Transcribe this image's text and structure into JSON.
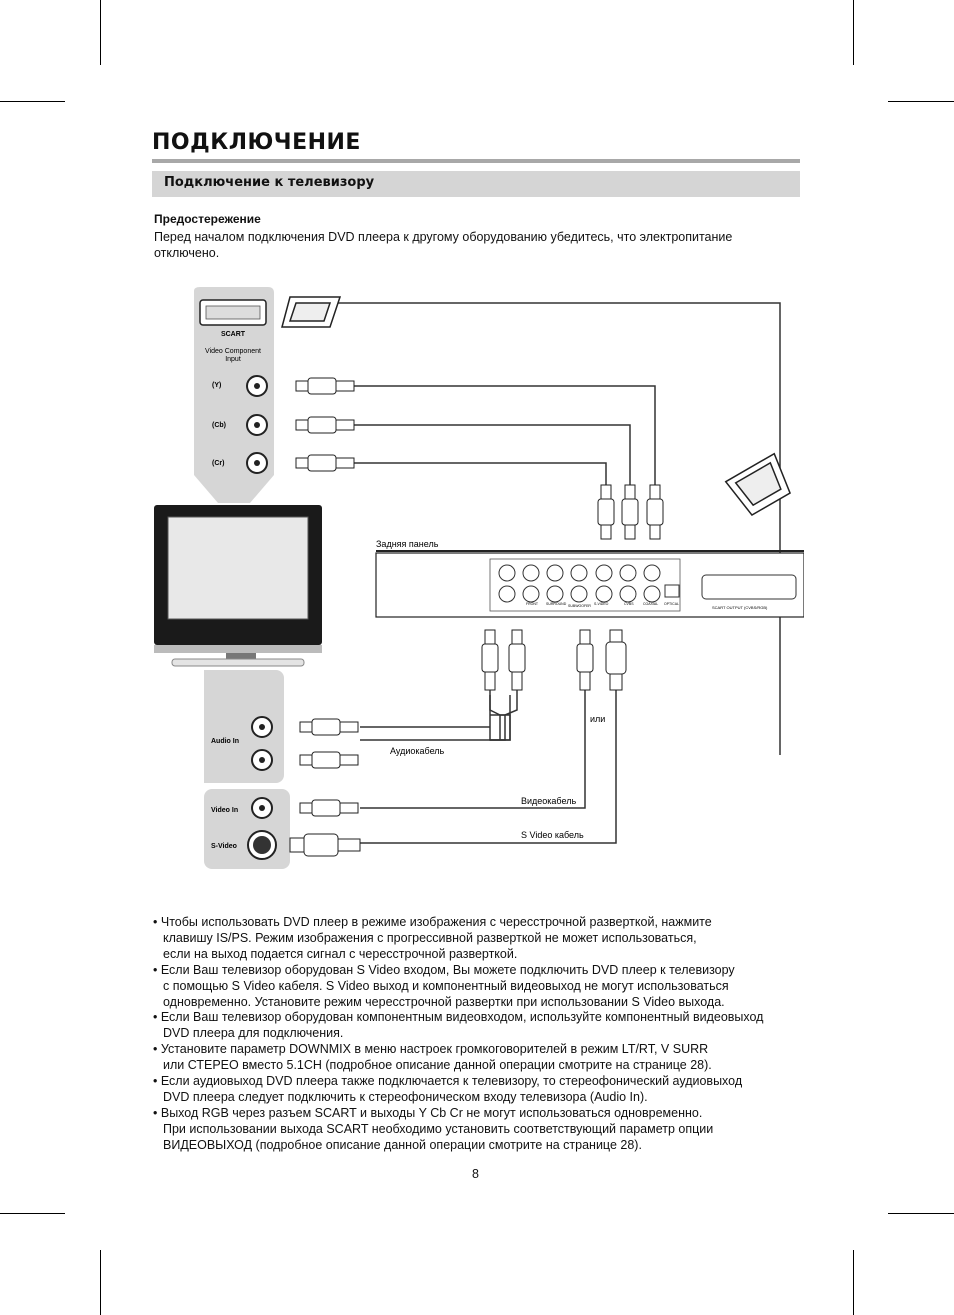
{
  "page": {
    "title": "ПОДКЛЮЧЕНИЕ",
    "section_title": "Подключение к телевизору",
    "page_number": "8"
  },
  "caution": {
    "heading": "Предостережение",
    "text": "Перед началом подключения DVD  плеера к другому оборудованию убедитесь, что электропитание отключено."
  },
  "diagram": {
    "tv_top_panel": {
      "scart": "SCART",
      "component_input_line1": "Video Component",
      "component_input_line2": "Input",
      "y": "(Y)",
      "cb": "(Cb)",
      "cr": "(Cr)"
    },
    "tv_audio_panel": {
      "audio_in": "Audio In"
    },
    "tv_video_panel": {
      "video_in": "Video In",
      "s_video": "S-Video"
    },
    "rear_panel_label": "Задняя панель",
    "player_labels": {
      "scart_output": "SCART OUTPUT (CVBS/RGB)",
      "front": "FRONT",
      "surround": "SURROUND",
      "subwoofer": "SUBWOOFER",
      "s_video": "S-VIDEO",
      "cvbs": "CVBS",
      "coaxial": "COAXIAL",
      "optical": "OPTICAL"
    },
    "cable_labels": {
      "audio": "Аудиокабель",
      "or": "или",
      "video": "Видеокабель",
      "s_video": "S  Video кабель"
    }
  },
  "notes": [
    {
      "lines": [
        "Чтобы использовать DVD  плеер в режиме изображения с чересстрочной разверткой, нажмите",
        "клавишу IS/PS. Режим изображения с прогрессивной разверткой не может использоваться,",
        "если на выход подается сигнал с чересстрочной разверткой."
      ]
    },
    {
      "lines": [
        "Если Ваш телевизор оборудован S  Video входом, Вы можете подключить DVD  плеер к телевизору",
        "с помощью S  Video кабеля. S  Video выход и компонентный видеовыход не могут использоваться",
        "одновременно. Установите режим чересстрочной развертки при использовании S  Video выхода."
      ]
    },
    {
      "lines": [
        "Если Ваш телевизор оборудован компонентным видеовходом, используйте компонентный видеовыход",
        "DVD  плеера для подключения."
      ]
    },
    {
      "lines": [
        "Установите параметр DOWNMIX в меню настроек громкоговорителей в режим LT/RT, V SURR",
        "или СТЕРЕО вместо 5.1CH (подробное описание данной операции смотрите на странице 28)."
      ]
    },
    {
      "lines": [
        "Если аудиовыход DVD  плеера также подключается к телевизору, то стереофонический аудиовыход",
        "DVD  плеера следует подключить к стереофоническом входу телевизора (Audio In)."
      ]
    },
    {
      "lines": [
        "Выход RGB через разъем SCART и выходы Y Cb Cr не могут использоваться одновременно.",
        "При использовании выхода SCART необходимо установить соответствующий параметр опции",
        "ВИДЕОВЫХОД (подробное описание данной операции смотрите на странице 28)."
      ]
    }
  ]
}
